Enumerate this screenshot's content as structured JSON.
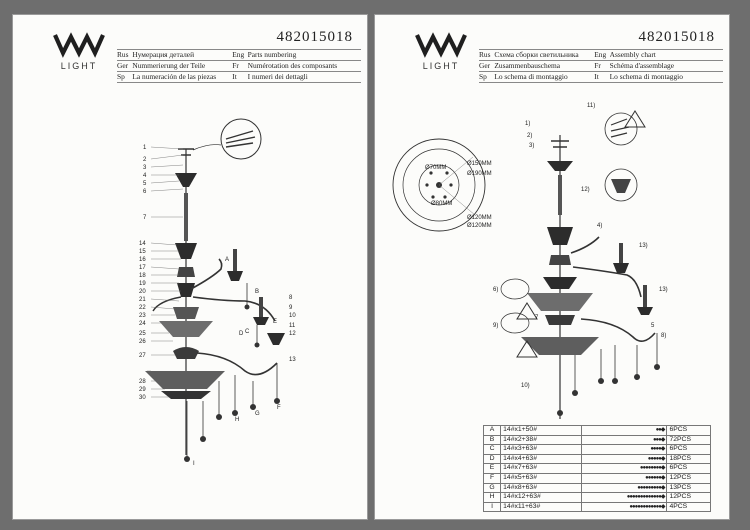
{
  "brand": "LIGHT",
  "doc_number": "482015018",
  "left_page": {
    "langs": [
      {
        "code": "Rus",
        "text": "Нумерация деталей",
        "code2": "Eng",
        "text2": "Parts numbering"
      },
      {
        "code": "Ger",
        "text": "Nummerierung der Teile",
        "code2": "Fr",
        "text2": "Numérotation des composants"
      },
      {
        "code": "Sp",
        "text": "La numeración de las piezas",
        "code2": "It",
        "text2": "I numeri dei dettagli"
      }
    ],
    "part_numbers": [
      "1",
      "2",
      "3",
      "4",
      "5",
      "6",
      "7",
      "14",
      "15",
      "16",
      "17",
      "18",
      "19",
      "20",
      "21",
      "22",
      "23",
      "24",
      "25",
      "26",
      "27",
      "28",
      "29",
      "30",
      "8",
      "9",
      "10",
      "11",
      "12",
      "13"
    ],
    "pendant_letters": [
      "A",
      "B",
      "C",
      "D",
      "E",
      "F",
      "G",
      "H",
      "I"
    ]
  },
  "right_page": {
    "langs": [
      {
        "code": "Rus",
        "text": "Схема сборки светильника",
        "code2": "Eng",
        "text2": "Assembly chart"
      },
      {
        "code": "Ger",
        "text": "Zusammenbauschema",
        "code2": "Fr",
        "text2": "Schéma d'assemblage"
      },
      {
        "code": "Sp",
        "text": "Lo schema di montaggio",
        "code2": "It",
        "text2": "Lo schema di montaggio"
      }
    ],
    "steps": [
      "1)",
      "2)",
      "3)",
      "4)",
      "5",
      "6)",
      "7",
      "8)",
      "9)",
      "10)",
      "11)",
      "12)",
      "13)",
      "13)"
    ],
    "ceiling_dims": [
      "Ø150MM",
      "Ø190MM",
      "Ø70MM",
      "Ø80MM",
      "Ø120MM",
      "Ø120MM"
    ],
    "parts": [
      {
        "letter": "A",
        "code": "14#x1+50#",
        "beads": "●●◆",
        "pcs": "6PCS"
      },
      {
        "letter": "B",
        "code": "14#x2+38#",
        "beads": "●●●◆",
        "pcs": "72PCS"
      },
      {
        "letter": "C",
        "code": "14#x3+63#",
        "beads": "●●●●◆",
        "pcs": "6PCS"
      },
      {
        "letter": "D",
        "code": "14#x4+63#",
        "beads": "●●●●●◆",
        "pcs": "18PCS"
      },
      {
        "letter": "E",
        "code": "14#x7+63#",
        "beads": "●●●●●●●●◆",
        "pcs": "6PCS"
      },
      {
        "letter": "F",
        "code": "14#x5+63#",
        "beads": "●●●●●●◆",
        "pcs": "12PCS"
      },
      {
        "letter": "G",
        "code": "14#x8+63#",
        "beads": "●●●●●●●●●◆",
        "pcs": "13PCS"
      },
      {
        "letter": "H",
        "code": "14#x12+63#",
        "beads": "●●●●●●●●●●●●●◆",
        "pcs": "12PCS"
      },
      {
        "letter": "I",
        "code": "14#x11+63#",
        "beads": "●●●●●●●●●●●●◆",
        "pcs": "4PCS"
      }
    ]
  }
}
